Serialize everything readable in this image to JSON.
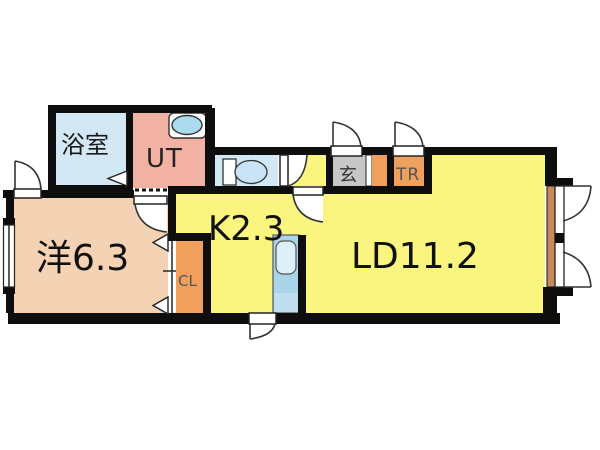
{
  "plan": {
    "type": "apartment-floor-plan",
    "rooms": {
      "bathroom": {
        "label": "浴室",
        "color": "#d2e9f5"
      },
      "utility": {
        "label": "UT",
        "color": "#f1b2a4"
      },
      "toilet": {
        "label": "",
        "color": "#d2e9f5"
      },
      "entrance": {
        "label": "玄",
        "color": "#c7c7c7"
      },
      "trunk_room": {
        "label": "TR",
        "color": "#efa05c"
      },
      "kitchen": {
        "label": "K2.3",
        "color": "#f9f57f"
      },
      "living_dining": {
        "label": "LD11.2",
        "color": "#f9f57f"
      },
      "western_room": {
        "label": "洋6.3",
        "color": "#f3d3b4"
      },
      "closet": {
        "label": "CL",
        "color": "#efa05c"
      }
    },
    "colors": {
      "wall": "#0e0e0e",
      "background": "#ffffff",
      "fixture_blue": "#c9e4f6",
      "basin_blue": "#aadcee",
      "sink_counter": "#a9d4ea",
      "sink_basin": "#ddf0fa",
      "wood_frame": "#c98a5b",
      "entrance_gray": "#c7c7c7"
    }
  }
}
